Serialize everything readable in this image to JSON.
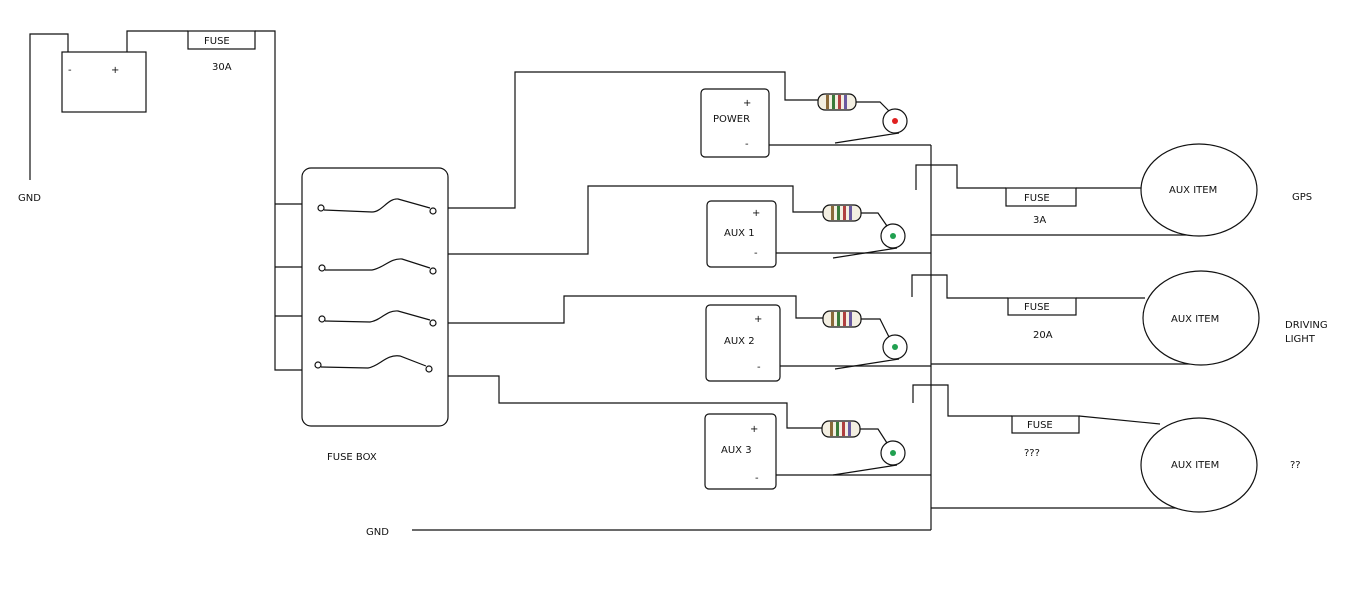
{
  "battery": {
    "neg": "-",
    "pos": "+"
  },
  "gnd_labels": [
    "GND",
    "GND"
  ],
  "main_fuse": {
    "label": "FUSE",
    "rating": "30A"
  },
  "fuse_box": {
    "label": "FUSE BOX"
  },
  "switches": [
    {
      "label": "POWER",
      "plus": "+",
      "minus": "-",
      "led_color": "#e02020"
    },
    {
      "label": "AUX 1",
      "plus": "+",
      "minus": "-",
      "led_color": "#20a050"
    },
    {
      "label": "AUX 2",
      "plus": "+",
      "minus": "-",
      "led_color": "#20a050"
    },
    {
      "label": "AUX 3",
      "plus": "+",
      "minus": "-",
      "led_color": "#20a050"
    }
  ],
  "branch_fuses": [
    {
      "label": "FUSE",
      "rating": "3A"
    },
    {
      "label": "FUSE",
      "rating": "20A"
    },
    {
      "label": "FUSE",
      "rating": "???"
    }
  ],
  "aux_items": [
    {
      "label": "AUX ITEM",
      "name_lines": [
        "GPS"
      ]
    },
    {
      "label": "AUX ITEM",
      "name_lines": [
        "DRIVING",
        "LIGHT"
      ]
    },
    {
      "label": "AUX ITEM",
      "name_lines": [
        "??"
      ]
    }
  ],
  "resistor_band_colors": [
    "#8a6a3a",
    "#3a7a3a",
    "#b04040",
    "#6a5aa0"
  ]
}
